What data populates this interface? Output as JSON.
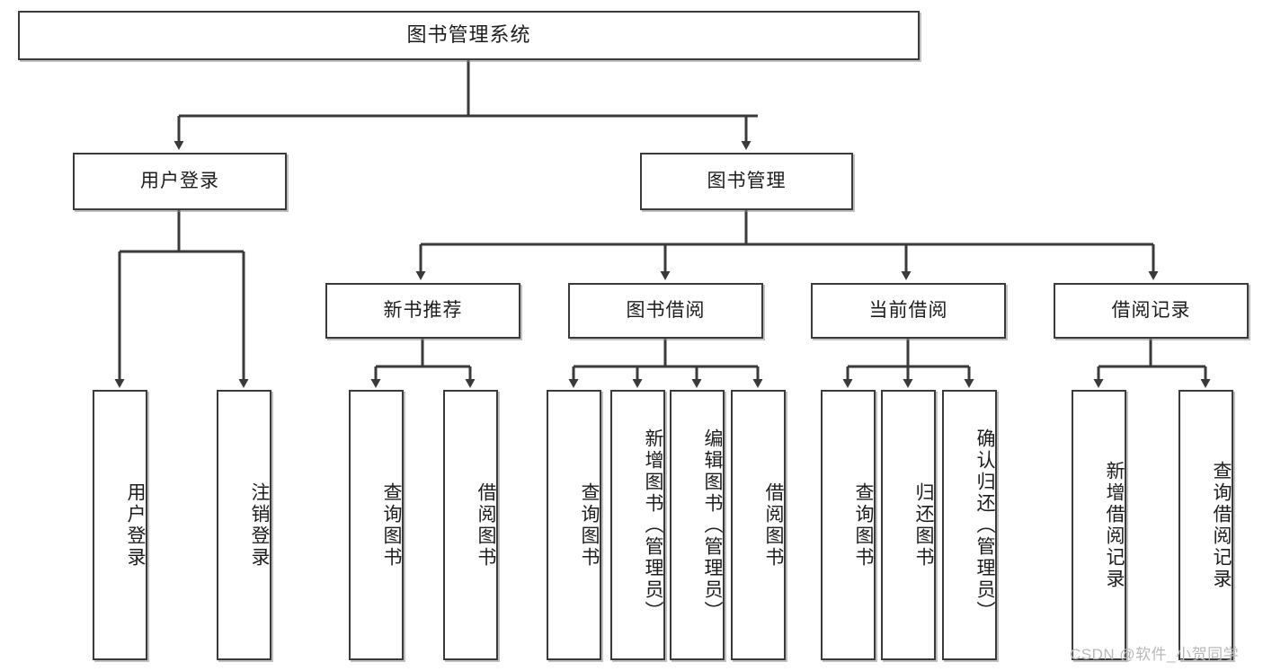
{
  "diagram": {
    "title": "图书管理系统",
    "watermark": "CSDN @软件_小贺同学",
    "root": {
      "label": "图书管理系统"
    },
    "level1": [
      {
        "label": "用户登录"
      },
      {
        "label": "图书管理"
      }
    ],
    "level2": [
      {
        "label": "新书推荐"
      },
      {
        "label": "图书借阅"
      },
      {
        "label": "当前借阅"
      },
      {
        "label": "借阅记录"
      }
    ],
    "leaves": {
      "user_login": [
        {
          "label": "用户登录"
        },
        {
          "label": "注销登录"
        }
      ],
      "new_book_recommend": [
        {
          "label": "查询图书"
        },
        {
          "label": "借阅图书"
        }
      ],
      "book_borrow": [
        {
          "label": "查询图书"
        },
        {
          "label": "新增图书（管理员）"
        },
        {
          "label": "编辑图书（管理员）"
        },
        {
          "label": "借阅图书"
        }
      ],
      "current_borrow": [
        {
          "label": "查询图书"
        },
        {
          "label": "归还图书"
        },
        {
          "label": "确认归还（管理员）"
        }
      ],
      "borrow_record": [
        {
          "label": "新增借阅记录"
        },
        {
          "label": "查询借阅记录"
        }
      ]
    },
    "colors": {
      "stroke": "#3a3a3a",
      "fill": "#ffffff",
      "text": "#1d1d1d",
      "shadow": "#8c8c8c",
      "watermark": "#b9b9b9"
    }
  }
}
